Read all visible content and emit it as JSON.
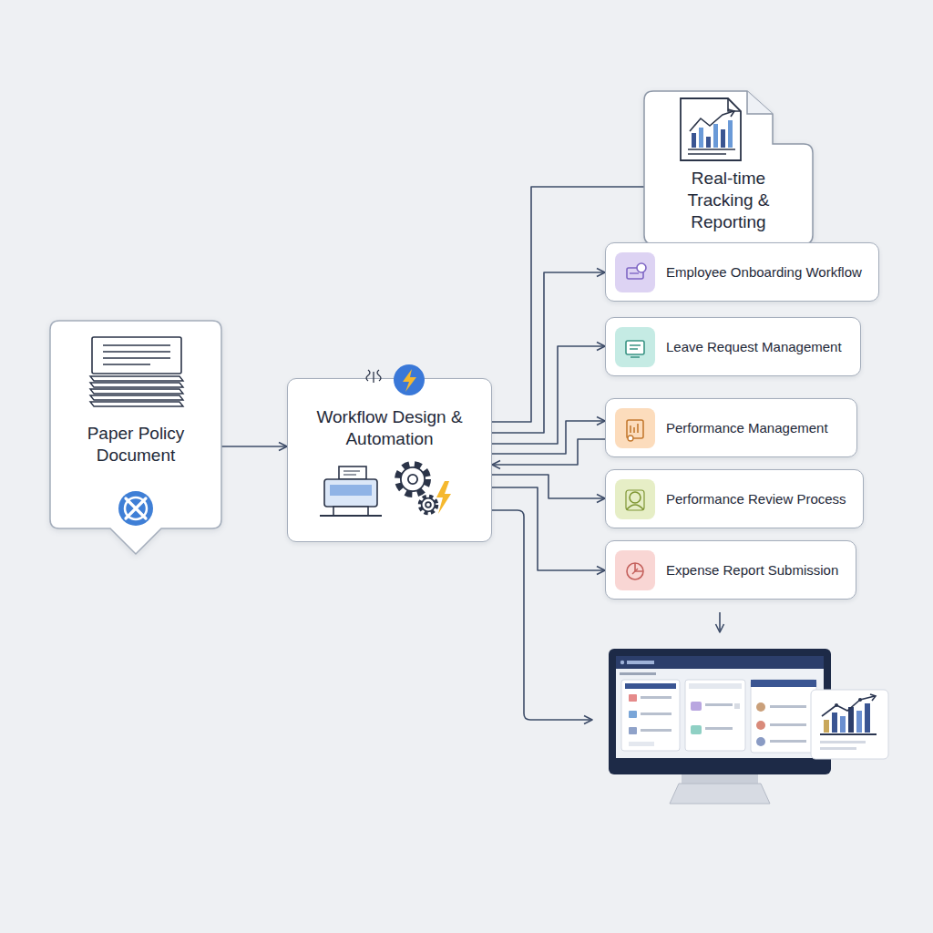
{
  "diagram": {
    "nodes": [
      {
        "text": [
          "Paper Policy Document"
        ]
      },
      {
        "text": [
          "Workflow Design & Automation"
        ]
      },
      {
        "text": [
          "Real-time Tracking & Reporting"
        ]
      },
      {
        "text": [
          "Employee Onboarding Workflow"
        ]
      },
      {
        "text": [
          "Leave Request Management"
        ]
      },
      {
        "text": [
          "Performance Management"
        ]
      },
      {
        "text": [
          "Performance Review Process"
        ]
      },
      {
        "text": [
          "Expense Report Submission"
        ]
      }
    ],
    "edges": [
      {
        "from": 0,
        "to": 1,
        "arrow": "to"
      },
      {
        "from": 1,
        "to": 2,
        "arrow": "none"
      },
      {
        "from": 1,
        "to": 3,
        "arrow": "to"
      },
      {
        "from": 1,
        "to": 4,
        "arrow": "to"
      },
      {
        "from": 1,
        "to": 5,
        "arrow": "to"
      },
      {
        "from": 5,
        "to": 1,
        "arrow": "to"
      },
      {
        "from": 1,
        "to": 6,
        "arrow": "to"
      },
      {
        "from": 1,
        "to": 7,
        "arrow": "to"
      }
    ]
  }
}
